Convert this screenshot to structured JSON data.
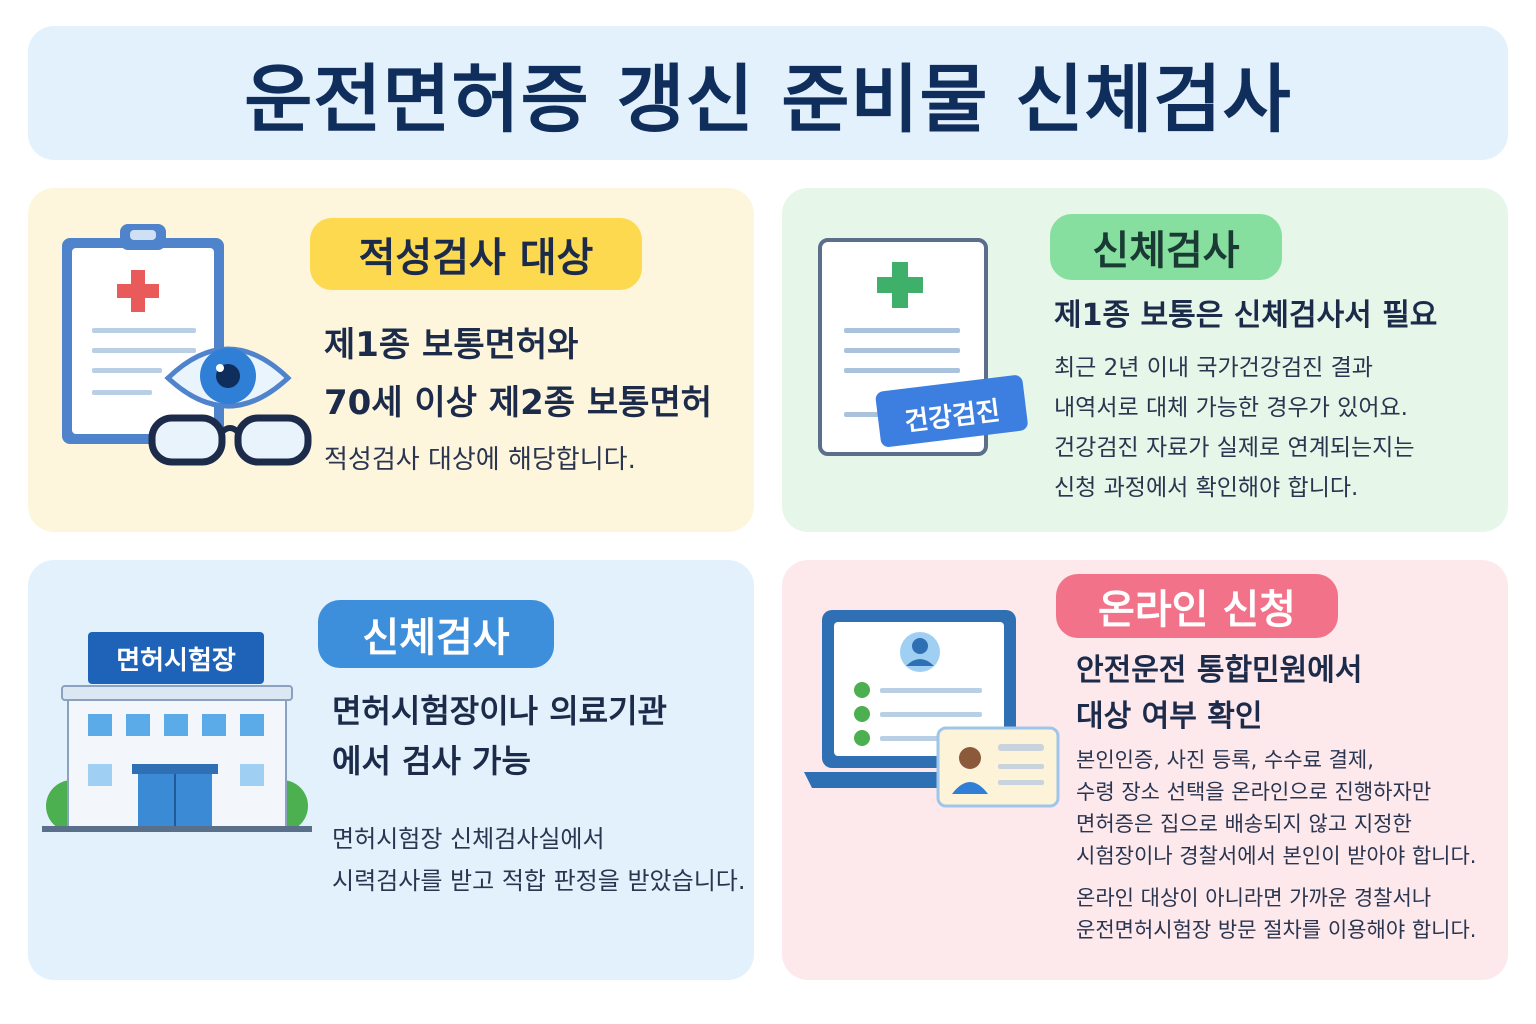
{
  "title": "운전면허증 갱신 준비물 신체검사",
  "cards": {
    "aptitude": {
      "badge": "적성검사 대상",
      "heading_line1": "제1종 보통면허와",
      "heading_line2": "70세 이상 제2종 보통면허",
      "body_line1": "적성검사 대상에 해당합니다.",
      "icon": "clipboard-eye-glasses-icon",
      "color": "#fdd94f"
    },
    "physical_exam": {
      "badge": "신체검사",
      "heading": "제1종 보통은 신체검사서 필요",
      "body_line1": "최근 2년 이내 국가건강검진 결과",
      "body_line2": "내역서로 대체 가능한 경우가 있어요.",
      "body_line3": "건강검진 자료가 실제로 연계되는지는",
      "body_line4": "신청 과정에서 확인해야 합니다.",
      "icon_tag": "건강검진",
      "icon": "medical-document-icon",
      "color": "#86df9e"
    },
    "exam_location": {
      "badge": "신체검사",
      "heading_line1": "면허시험장이나 의료기관",
      "heading_line2": "에서 검사 가능",
      "body_line1": "면허시험장 신체검사실에서",
      "body_line2": "시력검사를 받고 적합 판정을 받았습니다.",
      "building_sign": "면허시험장",
      "icon": "building-icon",
      "color": "#3d8fdb"
    },
    "online": {
      "badge": "온라인 신청",
      "heading_line1": "안전운전 통합민원에서",
      "heading_line2": "대상 여부 확인",
      "body_line1": "본인인증, 사진 등록, 수수료 결제,",
      "body_line2": "수령 장소 선택을 온라인으로 진행하자만",
      "body_line3": "면허증은 집으로 배송되지 않고 지정한",
      "body_line4": "시험장이나 경찰서에서 본인이 받아야 합니다.",
      "body_line5": "온라인 대상이 아니라면 가까운 경찰서나",
      "body_line6": "운전면허시험장 방문 절차를 이용해야 합니다.",
      "icon": "laptop-id-card-icon",
      "color": "#f2728a"
    }
  }
}
